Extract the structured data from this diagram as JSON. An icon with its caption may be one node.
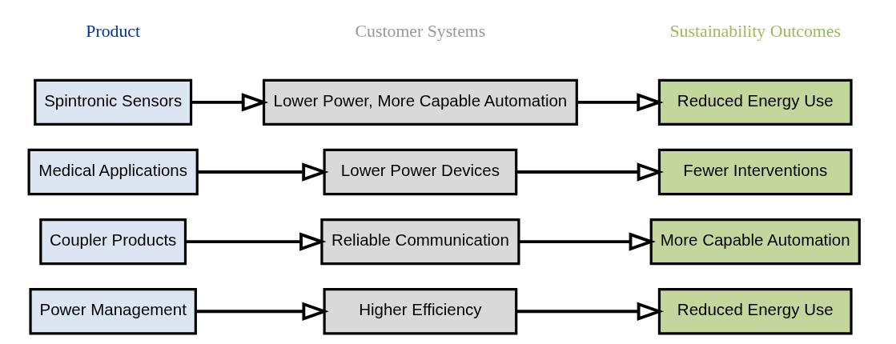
{
  "diagram": {
    "nodes": [
      {
        "text": [
          "Spintronic Sensors"
        ]
      },
      {
        "text": [
          "Lower Power, More Capable Automation"
        ]
      },
      {
        "text": [
          "Reduced Energy Use"
        ]
      },
      {
        "text": [
          "Medical Applications"
        ]
      },
      {
        "text": [
          "Lower Power Devices"
        ]
      },
      {
        "text": [
          "Fewer Interventions"
        ]
      },
      {
        "text": [
          "Coupler Products"
        ]
      },
      {
        "text": [
          "Reliable Communication"
        ]
      },
      {
        "text": [
          "More Capable Automation"
        ]
      },
      {
        "text": [
          "Power Management"
        ]
      },
      {
        "text": [
          "Higher Efficiency"
        ]
      },
      {
        "text": [
          "Reduced Energy Use"
        ]
      }
    ],
    "edges": [
      {
        "from": 0,
        "to": 1,
        "arrow": "to"
      },
      {
        "from": 1,
        "to": 2,
        "arrow": "to"
      },
      {
        "from": 3,
        "to": 4,
        "arrow": "to"
      },
      {
        "from": 4,
        "to": 5,
        "arrow": "to"
      },
      {
        "from": 6,
        "to": 7,
        "arrow": "to"
      },
      {
        "from": 7,
        "to": 8,
        "arrow": "to"
      },
      {
        "from": 9,
        "to": 10,
        "arrow": "to"
      },
      {
        "from": 10,
        "to": 11,
        "arrow": "to"
      }
    ],
    "labels": [
      "Product",
      "Customer Systems",
      "Sustainability Outcomes"
    ]
  }
}
